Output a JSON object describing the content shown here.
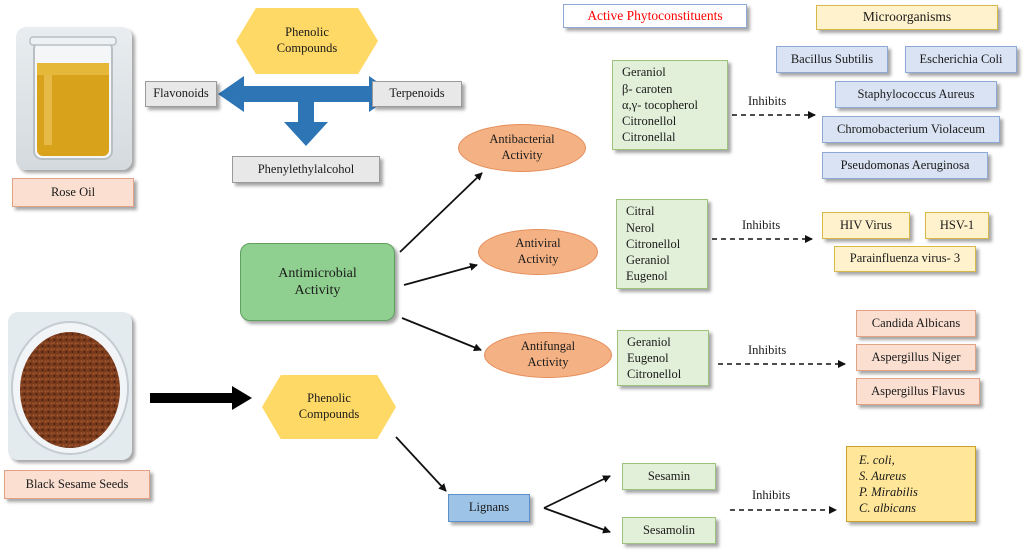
{
  "header": {
    "active_phytoconstituents": "Active Phytoconstituents",
    "microorganisms": "Microorganisms"
  },
  "rose_oil": {
    "label": "Rose Oil",
    "phenolic": [
      "Phenolic",
      "Compounds"
    ],
    "flavonoids": "Flavonoids",
    "terpenoids": "Terpenoids",
    "phenylethylalcohol": "Phenylethylalcohol"
  },
  "center": {
    "antimicrobial": [
      "Antimicrobial",
      "Activity"
    ]
  },
  "antibacterial": {
    "label": [
      "Antibacterial",
      "Activity"
    ],
    "compounds": [
      "Geraniol",
      "β- caroten",
      "α,γ- tocopherol",
      "Citronellol",
      "Citronellal"
    ],
    "inhibits": "Inhibits",
    "organisms": [
      "Bacillus Subtilis",
      "Escherichia Coli",
      "Staphylococcus Aureus",
      "Chromobacterium Violaceum",
      "Pseudomonas Aeruginosa"
    ]
  },
  "antiviral": {
    "label": [
      "Antiviral",
      "Activity"
    ],
    "compounds": [
      "Citral",
      "Nerol",
      "Citronellol",
      "Geraniol",
      "Eugenol"
    ],
    "inhibits": "Inhibits",
    "organisms": [
      "HIV Virus",
      "HSV-1",
      "Parainfluenza virus- 3"
    ]
  },
  "antifungal": {
    "label": [
      "Antifungal",
      "Activity"
    ],
    "compounds": [
      "Geraniol",
      "Eugenol",
      "Citronellol"
    ],
    "inhibits": "Inhibits",
    "organisms": [
      "Candida Albicans",
      "Aspergillus Niger",
      "Aspergillus Flavus"
    ]
  },
  "sesame": {
    "label": "Black Sesame Seeds",
    "phenolic": [
      "Phenolic",
      "Compounds"
    ],
    "lignans": "Lignans",
    "sesamin": "Sesamin",
    "sesamolin": "Sesamolin",
    "inhibits": "Inhibits",
    "organisms": [
      "E. coli,",
      "S. Aureus",
      "P. Mirabilis",
      "C. albicans"
    ]
  },
  "colors": {
    "green_fill": "#e2efd9",
    "blue_fill": "#dae3f3",
    "yellow_fill": "#fff2cc",
    "salmon_fill": "#fbe0d2",
    "hexagon": "#ffd966",
    "ellipse": "#f4b183",
    "center_box": "#8fcf8f",
    "arrow_blue": "#2e75b6",
    "header_red": "#ff0000"
  }
}
